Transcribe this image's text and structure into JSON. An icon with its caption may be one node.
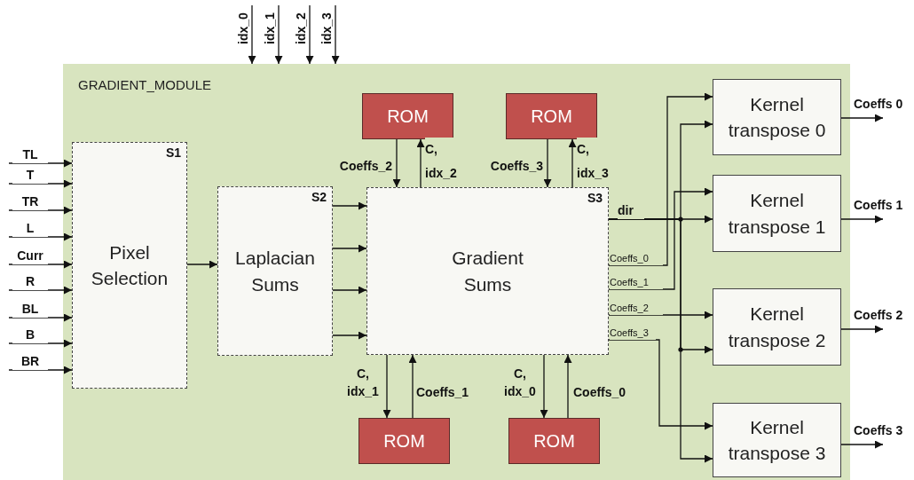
{
  "diagram": {
    "nodes": [
      {
        "text": [
          "GRADIENT_MODULE"
        ]
      },
      {
        "text": [
          "S1",
          "Pixel Selection"
        ],
        "in": 0
      },
      {
        "text": [
          "S2",
          "Laplacian Sums"
        ],
        "in": 0
      },
      {
        "text": [
          "S3",
          "Gradient Sums"
        ],
        "in": 0
      },
      {
        "text": [
          "ROM"
        ],
        "in": 0
      },
      {
        "text": [
          "ROM"
        ],
        "in": 0
      },
      {
        "text": [
          "ROM"
        ],
        "in": 0
      },
      {
        "text": [
          "ROM"
        ],
        "in": 0
      },
      {
        "text": [
          "Kernel transpose 0"
        ],
        "in": 0
      },
      {
        "text": [
          "Kernel transpose 1"
        ],
        "in": 0
      },
      {
        "text": [
          "Kernel transpose 2"
        ],
        "in": 0
      },
      {
        "text": [
          "Kernel transpose 3"
        ],
        "in": 0
      }
    ],
    "edges": [
      {
        "from": null,
        "to": 1,
        "arrow": "to",
        "label": "TL"
      },
      {
        "from": null,
        "to": 1,
        "arrow": "to",
        "label": "T"
      },
      {
        "from": null,
        "to": 1,
        "arrow": "to",
        "label": "TR"
      },
      {
        "from": null,
        "to": 1,
        "arrow": "to",
        "label": "L"
      },
      {
        "from": null,
        "to": 1,
        "arrow": "to",
        "label": "Curr"
      },
      {
        "from": null,
        "to": 1,
        "arrow": "to",
        "label": "R"
      },
      {
        "from": null,
        "to": 1,
        "arrow": "to",
        "label": "BL"
      },
      {
        "from": null,
        "to": 1,
        "arrow": "to",
        "label": "B"
      },
      {
        "from": null,
        "to": 1,
        "arrow": "to",
        "label": "BR"
      },
      {
        "from": null,
        "to": 0,
        "arrow": "to",
        "label": "idx_0"
      },
      {
        "from": null,
        "to": 0,
        "arrow": "to",
        "label": "idx_1"
      },
      {
        "from": null,
        "to": 0,
        "arrow": "to",
        "label": "idx_2"
      },
      {
        "from": null,
        "to": 0,
        "arrow": "to",
        "label": "idx_3"
      },
      {
        "from": 1,
        "to": 2,
        "arrow": "to"
      },
      {
        "from": 2,
        "to": 3,
        "arrow": "to"
      },
      {
        "from": 2,
        "to": 3,
        "arrow": "to"
      },
      {
        "from": 2,
        "to": 3,
        "arrow": "to"
      },
      {
        "from": 2,
        "to": 3,
        "arrow": "to"
      },
      {
        "from": 4,
        "to": 3,
        "arrow": "to",
        "label": "Coeffs_2"
      },
      {
        "from": 3,
        "to": 4,
        "arrow": "to",
        "label": "C, idx_2"
      },
      {
        "from": 5,
        "to": 3,
        "arrow": "to",
        "label": "Coeffs_3"
      },
      {
        "from": 3,
        "to": 5,
        "arrow": "to",
        "label": "C, idx_3"
      },
      {
        "from": 3,
        "to": 6,
        "arrow": "to",
        "label": "C, idx_1"
      },
      {
        "from": 6,
        "to": 3,
        "arrow": "to",
        "label": "Coeffs_1"
      },
      {
        "from": 3,
        "to": 7,
        "arrow": "to",
        "label": "C, idx_0"
      },
      {
        "from": 7,
        "to": 3,
        "arrow": "to",
        "label": "Coeffs_0"
      },
      {
        "from": 3,
        "to": 8,
        "arrow": "to",
        "label": "Coeffs_0"
      },
      {
        "from": 3,
        "to": 9,
        "arrow": "to",
        "label": "Coeffs_1"
      },
      {
        "from": 3,
        "to": 10,
        "arrow": "to",
        "label": "Coeffs_2"
      },
      {
        "from": 3,
        "to": 11,
        "arrow": "to",
        "label": "Coeffs_3"
      },
      {
        "from": 3,
        "to": 9,
        "arrow": "to",
        "label": "dir"
      },
      {
        "from": 3,
        "to": 8,
        "arrow": "to"
      },
      {
        "from": 3,
        "to": 10,
        "arrow": "to"
      },
      {
        "from": 3,
        "to": 11,
        "arrow": "to"
      },
      {
        "from": 8,
        "to": null,
        "arrow": "to",
        "label": "Coeffs 0"
      },
      {
        "from": 9,
        "to": null,
        "arrow": "to",
        "label": "Coeffs 1"
      },
      {
        "from": 10,
        "to": null,
        "arrow": "to",
        "label": "Coeffs 2"
      },
      {
        "from": 11,
        "to": null,
        "arrow": "to",
        "label": "Coeffs 3"
      }
    ]
  }
}
